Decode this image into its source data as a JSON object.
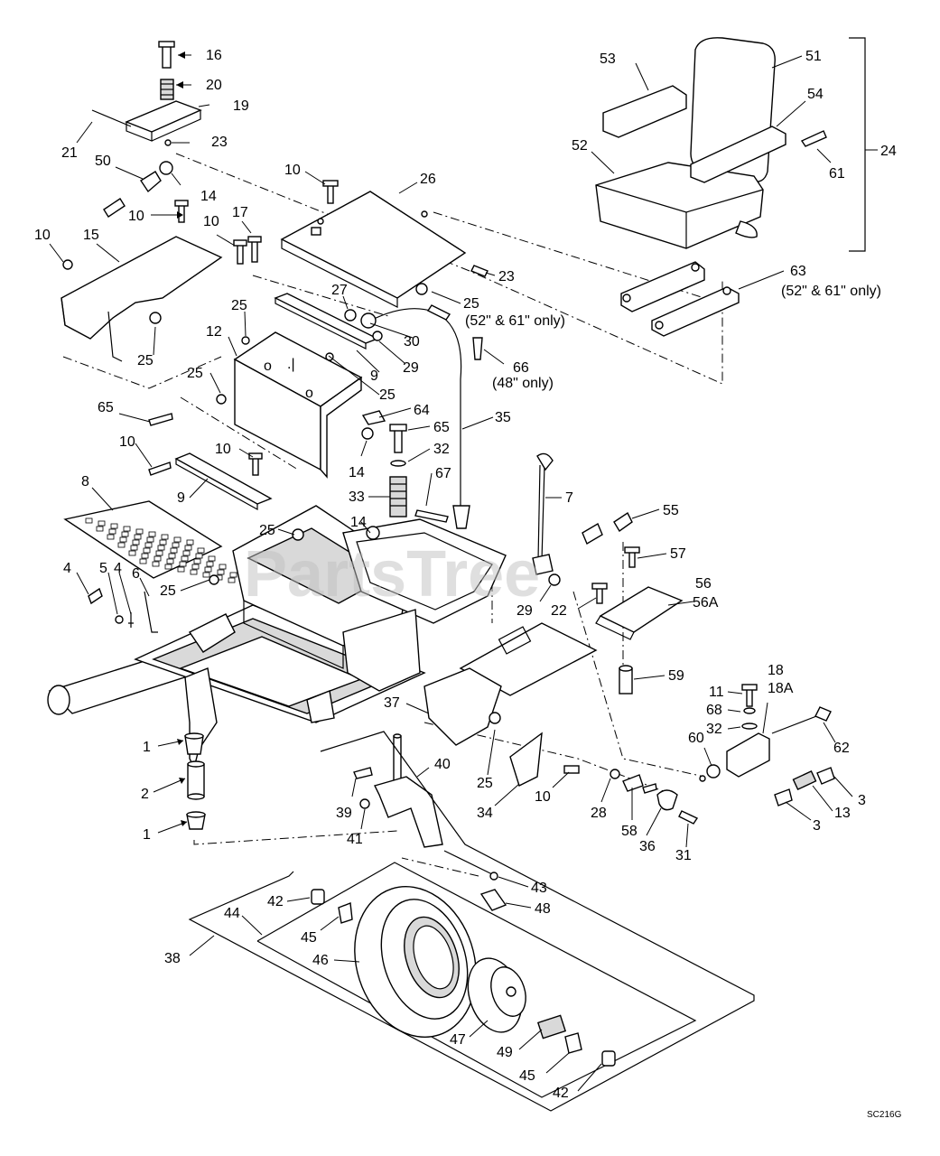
{
  "diagram": {
    "drawing_code": "SC216G",
    "watermark": "PartsTree",
    "callouts": [
      {
        "id": "c16",
        "text": "16"
      },
      {
        "id": "c20",
        "text": "20"
      },
      {
        "id": "c19",
        "text": "19"
      },
      {
        "id": "c21",
        "text": "21"
      },
      {
        "id": "c23a",
        "text": "23"
      },
      {
        "id": "c50",
        "text": "50"
      },
      {
        "id": "c14a",
        "text": "14"
      },
      {
        "id": "c10a",
        "text": "10"
      },
      {
        "id": "c10b",
        "text": "10"
      },
      {
        "id": "c10c",
        "text": "10"
      },
      {
        "id": "c17",
        "text": "17"
      },
      {
        "id": "c10d",
        "text": "10"
      },
      {
        "id": "c15",
        "text": "15"
      },
      {
        "id": "c26",
        "text": "26"
      },
      {
        "id": "c53",
        "text": "53"
      },
      {
        "id": "c51",
        "text": "51"
      },
      {
        "id": "c54",
        "text": "54"
      },
      {
        "id": "c52",
        "text": "52"
      },
      {
        "id": "c61",
        "text": "61"
      },
      {
        "id": "c24",
        "text": "24"
      },
      {
        "id": "c23b",
        "text": "23"
      },
      {
        "id": "c63",
        "text": "63"
      },
      {
        "id": "c27",
        "text": "27"
      },
      {
        "id": "c25a",
        "text": "25"
      },
      {
        "id": "c25b",
        "text": "25"
      },
      {
        "id": "c25c",
        "text": "25"
      },
      {
        "id": "c12",
        "text": "12"
      },
      {
        "id": "c30",
        "text": "30"
      },
      {
        "id": "c29a",
        "text": "29"
      },
      {
        "id": "c9a",
        "text": "9"
      },
      {
        "id": "c66",
        "text": "66"
      },
      {
        "id": "c25d",
        "text": "25"
      },
      {
        "id": "c25e",
        "text": "25"
      },
      {
        "id": "c65a",
        "text": "65"
      },
      {
        "id": "c64",
        "text": "64"
      },
      {
        "id": "c35",
        "text": "35"
      },
      {
        "id": "c65b",
        "text": "65"
      },
      {
        "id": "c10e",
        "text": "10"
      },
      {
        "id": "c10f",
        "text": "10"
      },
      {
        "id": "c14b",
        "text": "14"
      },
      {
        "id": "c32a",
        "text": "32"
      },
      {
        "id": "c9b",
        "text": "9"
      },
      {
        "id": "c33",
        "text": "33"
      },
      {
        "id": "c67",
        "text": "67"
      },
      {
        "id": "c8",
        "text": "8"
      },
      {
        "id": "c7",
        "text": "7"
      },
      {
        "id": "c25f",
        "text": "25"
      },
      {
        "id": "c14c",
        "text": "14"
      },
      {
        "id": "c55",
        "text": "55"
      },
      {
        "id": "c57",
        "text": "57"
      },
      {
        "id": "c4a",
        "text": "4"
      },
      {
        "id": "c5",
        "text": "5"
      },
      {
        "id": "c4b",
        "text": "4"
      },
      {
        "id": "c6",
        "text": "6"
      },
      {
        "id": "c25g",
        "text": "25"
      },
      {
        "id": "c56",
        "text": "56"
      },
      {
        "id": "c56a",
        "text": "56A"
      },
      {
        "id": "c29b",
        "text": "29"
      },
      {
        "id": "c22",
        "text": "22"
      },
      {
        "id": "c59",
        "text": "59"
      },
      {
        "id": "c18",
        "text": "18"
      },
      {
        "id": "c18a",
        "text": "18A"
      },
      {
        "id": "c11",
        "text": "11"
      },
      {
        "id": "c37",
        "text": "37"
      },
      {
        "id": "c68",
        "text": "68"
      },
      {
        "id": "c32b",
        "text": "32"
      },
      {
        "id": "c60",
        "text": "60"
      },
      {
        "id": "c62",
        "text": "62"
      },
      {
        "id": "c1a",
        "text": "1"
      },
      {
        "id": "c40",
        "text": "40"
      },
      {
        "id": "c25h",
        "text": "25"
      },
      {
        "id": "c2",
        "text": "2"
      },
      {
        "id": "c39",
        "text": "39"
      },
      {
        "id": "c34",
        "text": "34"
      },
      {
        "id": "c10g",
        "text": "10"
      },
      {
        "id": "c28",
        "text": "28"
      },
      {
        "id": "c3a",
        "text": "3"
      },
      {
        "id": "c13",
        "text": "13"
      },
      {
        "id": "c41",
        "text": "41"
      },
      {
        "id": "c58",
        "text": "58"
      },
      {
        "id": "c36",
        "text": "36"
      },
      {
        "id": "c31",
        "text": "31"
      },
      {
        "id": "c3b",
        "text": "3"
      },
      {
        "id": "c1b",
        "text": "1"
      },
      {
        "id": "c43",
        "text": "43"
      },
      {
        "id": "c42a",
        "text": "42"
      },
      {
        "id": "c48",
        "text": "48"
      },
      {
        "id": "c44",
        "text": "44"
      },
      {
        "id": "c45a",
        "text": "45"
      },
      {
        "id": "c38",
        "text": "38"
      },
      {
        "id": "c46",
        "text": "46"
      },
      {
        "id": "c47",
        "text": "47"
      },
      {
        "id": "c49",
        "text": "49"
      },
      {
        "id": "c45b",
        "text": "45"
      },
      {
        "id": "c42b",
        "text": "42"
      }
    ],
    "notes": {
      "n25": "(52\" & 61\" only)",
      "n63": "(52\" & 61\" only)",
      "n66": "(48\" only)"
    }
  }
}
